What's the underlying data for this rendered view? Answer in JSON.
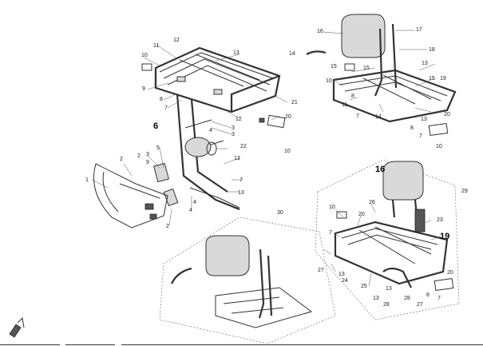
{
  "callouts": {
    "main": [
      "10",
      "11",
      "12",
      "13",
      "9",
      "8",
      "7",
      "12",
      "21",
      "6",
      "3",
      "4",
      "3",
      "5",
      "2",
      "1",
      "2",
      "3",
      "9",
      "4",
      "22",
      "20",
      "10",
      "13",
      "13",
      "2",
      "7",
      "4"
    ],
    "top_right": [
      "16",
      "17",
      "18",
      "14",
      "15",
      "13",
      "19",
      "10",
      "11",
      "8",
      "7",
      "14",
      "15",
      "20",
      "8",
      "7",
      "10",
      "13",
      "15"
    ],
    "box_30": [
      "30"
    ],
    "box_29": [
      "16",
      "29",
      "10",
      "26",
      "20",
      "23",
      "19",
      "7",
      "13",
      "27",
      "24",
      "25",
      "20",
      "7",
      "13",
      "28",
      "27",
      "8",
      "13",
      "28"
    ]
  },
  "big_labels": {
    "main": "6",
    "assembly_16": "16",
    "assembly_19": "19"
  }
}
